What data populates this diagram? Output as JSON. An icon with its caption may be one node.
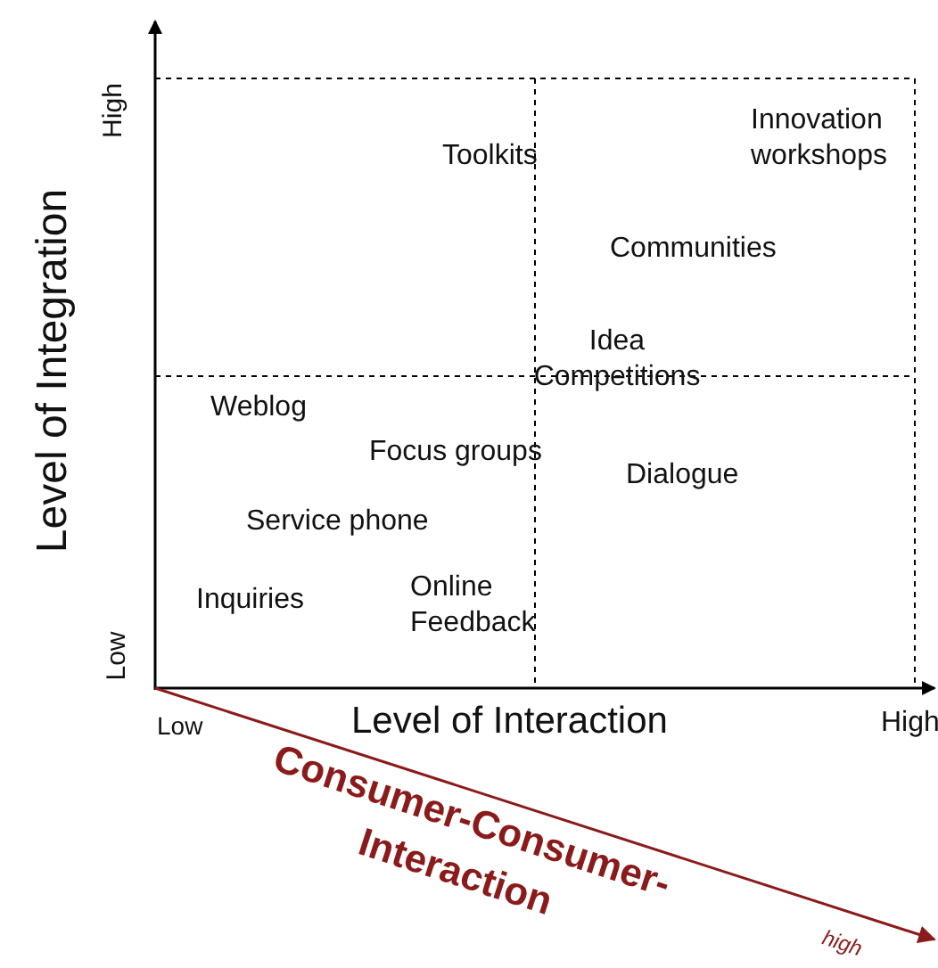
{
  "diagram": {
    "labels": [
      "High",
      "Innovation workshops",
      "Toolkits",
      "Level of Integration",
      "Communities",
      "Idea Competitions",
      "Weblog",
      "Focus groups",
      "Dialogue",
      "Service phone",
      "Online Feedback",
      "Inquiries",
      "Low",
      "Low",
      "Level of Interaction",
      "High",
      "Consumer-Consumer-Interaction",
      "high"
    ]
  }
}
